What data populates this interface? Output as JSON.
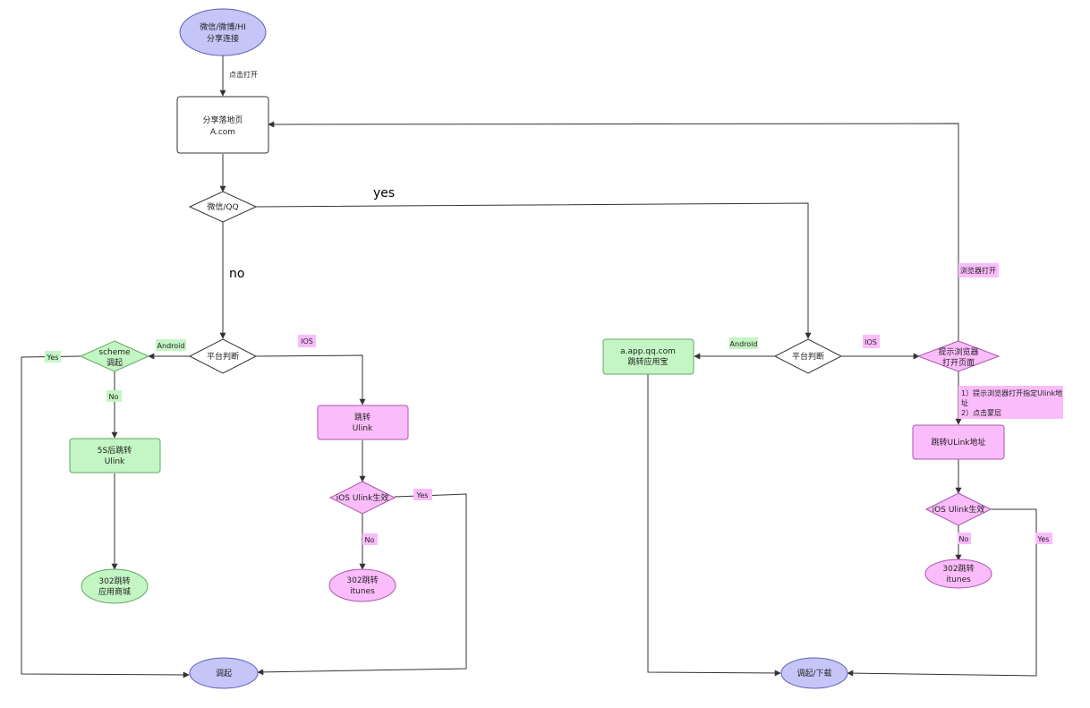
{
  "colors": {
    "purple": "#c5c5f8",
    "purple_stroke": "#5f5fb8",
    "green": "#c4f5c4",
    "green_stroke": "#62a862",
    "pink": "#fbbcfb",
    "pink_stroke": "#a957a9",
    "white": "#ffffff",
    "stroke": "#333333",
    "label_green": "#c4f5c4",
    "label_pink": "#fbbcfb"
  },
  "nodes": {
    "share_start": [
      "微信/微博/HI",
      "分享连接"
    ],
    "landing_page": [
      "分享落地页",
      "A.com"
    ],
    "wechat_qq": [
      "微信/QQ"
    ],
    "platform_left": [
      "平台判断"
    ],
    "scheme_invoke": [
      "scheme",
      "调起"
    ],
    "delay_ulink": [
      "5S后跳转",
      "Ulink"
    ],
    "redirect_store": [
      "302跳转",
      "应用商城"
    ],
    "jump_ulink": [
      "跳转",
      "Ulink"
    ],
    "ios_ulink_left": [
      "iOS Ulink生效"
    ],
    "itunes_left": [
      "302跳转",
      "itunes"
    ],
    "invoke_left": [
      "调起"
    ],
    "app_qq": [
      "a.app.qq.com",
      "跳转应用宝"
    ],
    "platform_right": [
      "平台判断"
    ],
    "browser_prompt": [
      "提示浏览器",
      "打开页面"
    ],
    "jump_ulink_addr": [
      "跳转ULink地址"
    ],
    "ios_ulink_right": [
      "iOS Ulink生效"
    ],
    "itunes_right": [
      "302跳转",
      "itunes"
    ],
    "invoke_download": [
      "调起/下载"
    ]
  },
  "labels": {
    "click_open": "点击打开",
    "yes_big": "yes",
    "no_big": "no",
    "android_left": "Android",
    "ios_left": "IOS",
    "yes_left": "Yes",
    "no_left": "No",
    "yes_ulink_left": "Yes",
    "no_ulink_left": "No",
    "android_right": "Android",
    "ios_right": "IOS",
    "browser_open": "浏览器打开",
    "prompt_steps": [
      "1）提示浏览器打开指定Ulink地",
      "址",
      "2）点击蒙层"
    ],
    "no_ulink_right": "No",
    "yes_ulink_right": "Yes"
  }
}
